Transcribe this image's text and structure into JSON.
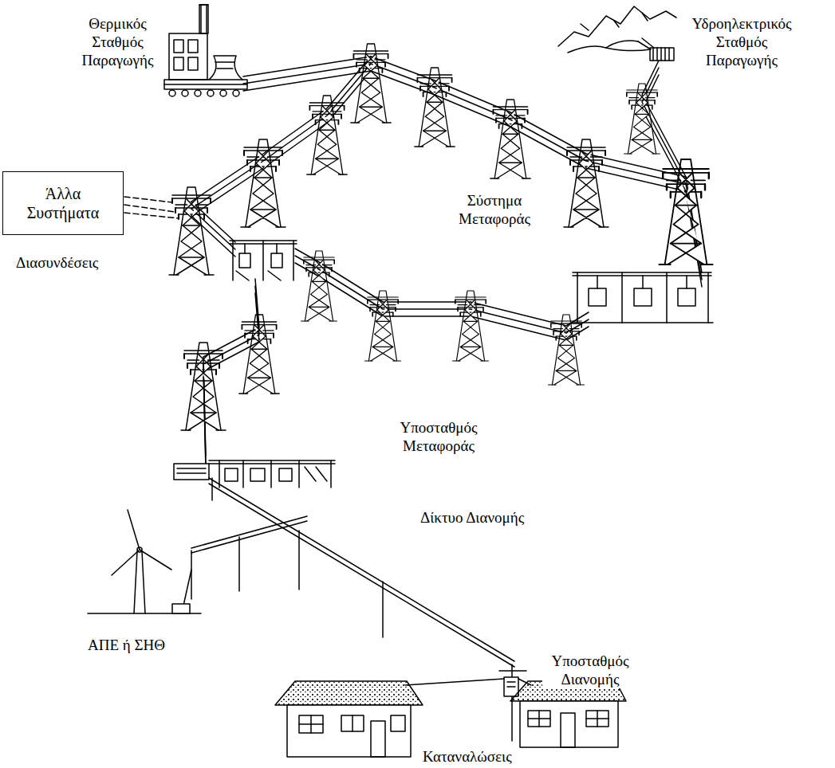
{
  "diagram": {
    "nodes": [
      {
        "text": [
          "Άλλα Συστήματα"
        ]
      }
    ],
    "labels": [
      "Θερμικός Σταθμός Παραγωγής",
      "Υδροηλεκτρικός Σταθμός Παραγωγής",
      "Σύστημα Μεταφοράς",
      "Διασυνδέσεις",
      "Υποσταθμός Μεταφοράς",
      "Δίκτυο Διανομής",
      "ΑΠΕ ή ΣΗΘ",
      "Υποσταθμός Διανομής",
      "Καταναλώσεις"
    ]
  }
}
